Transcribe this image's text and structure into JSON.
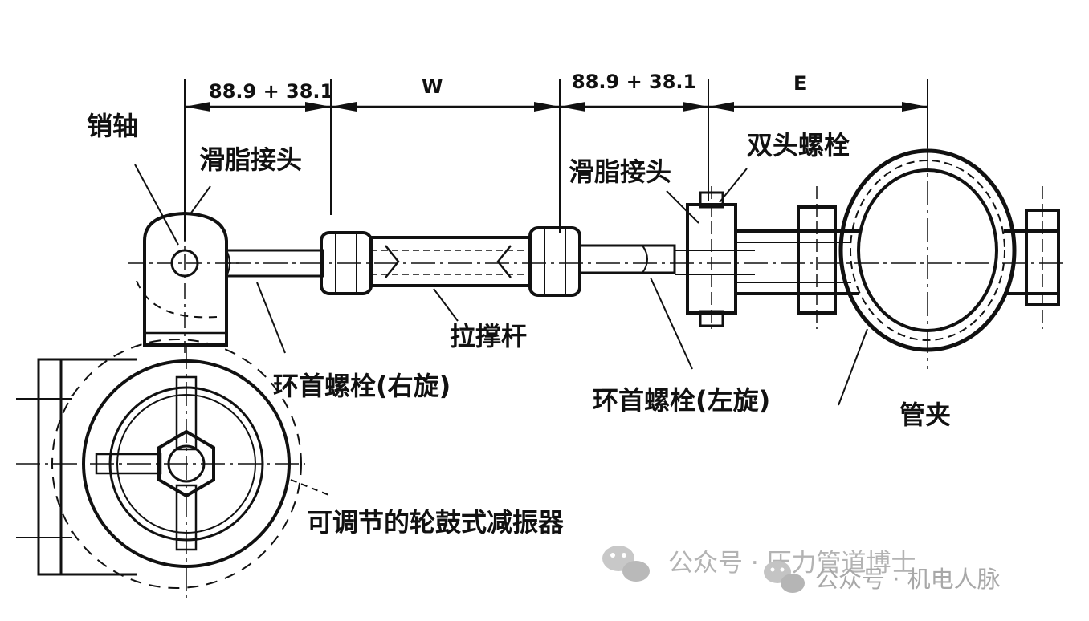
{
  "dimensions": {
    "left_pin_offset": "88.9 + 38.1",
    "width": "W",
    "right_pin_offset": "88.9 + 38.1",
    "end_length": "E"
  },
  "labels": {
    "pin_shaft": "销轴",
    "grease_fitting_left": "滑脂接头",
    "grease_fitting_right": "滑脂接头",
    "stud_bolt": "双头螺栓",
    "strut_rod": "拉撑杆",
    "eye_bolt_right_hand": "环首螺栓(右旋)",
    "eye_bolt_left_hand": "环首螺栓(左旋)",
    "pipe_clamp": "管夹",
    "adjustable_drum_damper": "可调节的轮鼓式减振器"
  },
  "watermarks": {
    "primary": "公众号 · 压力管道博士",
    "secondary": "公众号 · 机电人脉"
  },
  "icons": {
    "primary": "wechat-icon",
    "secondary": "wechat-icon"
  }
}
